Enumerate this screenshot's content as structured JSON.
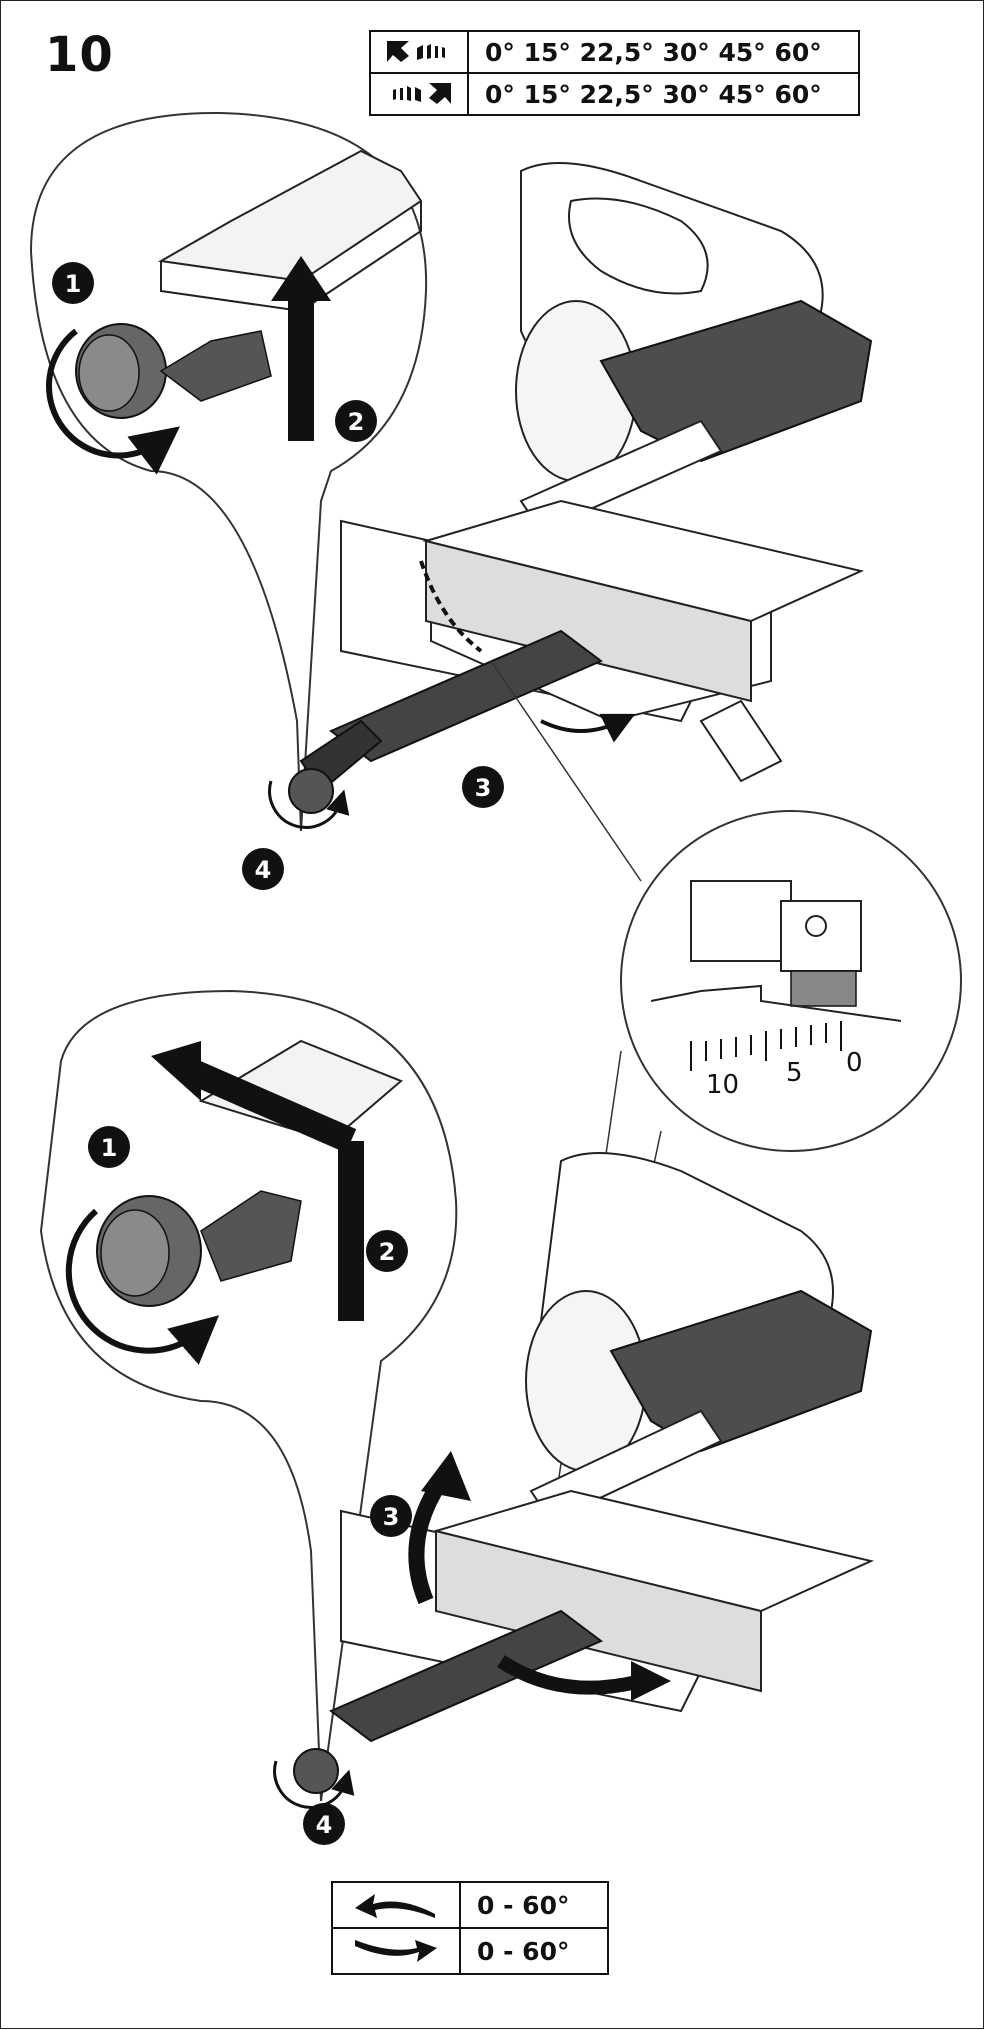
{
  "step_number": "10",
  "angle_table_top": {
    "rows": [
      {
        "icon": "miter-left-arrow-icon",
        "values": "0° 15° 22,5° 30° 45° 60°"
      },
      {
        "icon": "miter-right-arrow-icon",
        "values": "0° 15° 22,5° 30° 45° 60°"
      }
    ]
  },
  "angle_table_bottom": {
    "rows": [
      {
        "icon": "curved-arrow-left-icon",
        "values": "0 - 60°"
      },
      {
        "icon": "curved-arrow-right-icon",
        "values": "0 - 60°"
      }
    ]
  },
  "callouts": {
    "top_detail": [
      "1",
      "2"
    ],
    "top_saw": [
      "3",
      "4"
    ],
    "bottom_detail": [
      "1",
      "2"
    ],
    "bottom_saw": [
      "3",
      "4"
    ]
  },
  "scale_detail": {
    "ticks": [
      "10",
      "5",
      "0"
    ]
  }
}
